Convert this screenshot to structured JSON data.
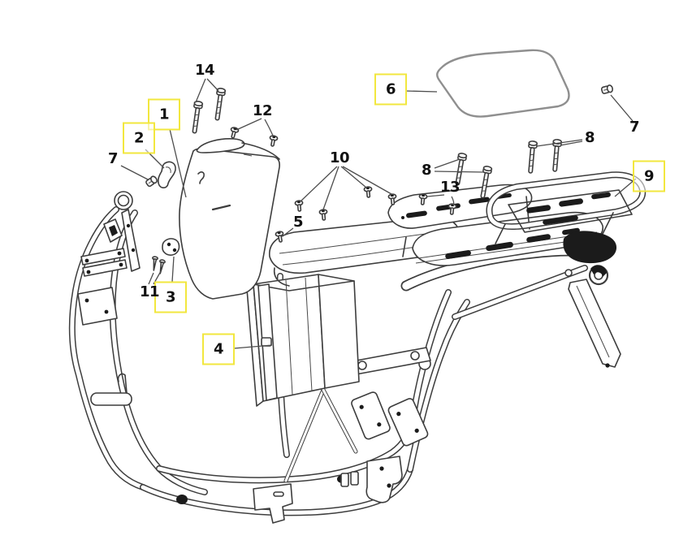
{
  "diagram": {
    "kind": "exploded-parts-diagram",
    "subject": "scooter frame assembly line drawing",
    "background_color": "#ffffff",
    "line_color": "#3d3d3d",
    "highlight_border_color": "#f2e73e",
    "label_color": "#111111",
    "callouts": [
      {
        "text": "14",
        "highlighted": false
      },
      {
        "text": "1",
        "highlighted": true
      },
      {
        "text": "2",
        "highlighted": true
      },
      {
        "text": "12",
        "highlighted": false
      },
      {
        "text": "7",
        "highlighted": false
      },
      {
        "text": "3",
        "highlighted": true
      },
      {
        "text": "11",
        "highlighted": false
      },
      {
        "text": "4",
        "highlighted": true
      },
      {
        "text": "5",
        "highlighted": false
      },
      {
        "text": "10",
        "highlighted": false
      },
      {
        "text": "13",
        "highlighted": false
      },
      {
        "text": "8",
        "highlighted": false
      },
      {
        "text": "8",
        "highlighted": false
      },
      {
        "text": "6",
        "highlighted": true
      },
      {
        "text": "7",
        "highlighted": false
      },
      {
        "text": "9",
        "highlighted": true
      }
    ]
  }
}
